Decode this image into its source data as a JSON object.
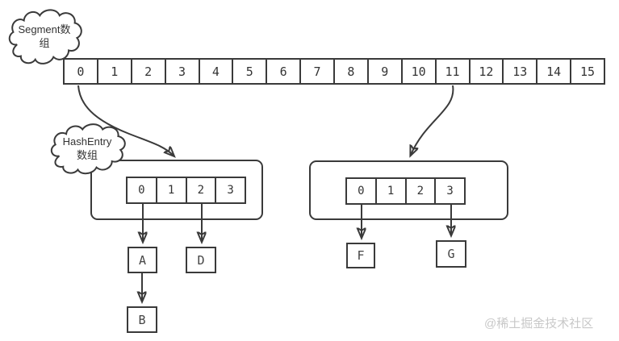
{
  "colors": {
    "stroke": "#3a3a3a",
    "text": "#333333",
    "watermark": "#c8c8c8",
    "background": "#ffffff"
  },
  "clouds": {
    "segment": {
      "line1": "Segment数",
      "line2": "组"
    },
    "hashentry": {
      "line1": "HashEntry",
      "line2": "数组"
    }
  },
  "segment_array": {
    "cells": [
      "0",
      "1",
      "2",
      "3",
      "4",
      "5",
      "6",
      "7",
      "8",
      "9",
      "10",
      "11",
      "12",
      "13",
      "14",
      "15"
    ]
  },
  "buckets": {
    "left": {
      "cells": [
        "0",
        "1",
        "2",
        "3"
      ]
    },
    "right": {
      "cells": [
        "0",
        "1",
        "2",
        "3"
      ]
    }
  },
  "nodes": {
    "a": "A",
    "b": "B",
    "d": "D",
    "f": "F",
    "g": "G"
  },
  "watermark": "@稀土掘金技术社区"
}
